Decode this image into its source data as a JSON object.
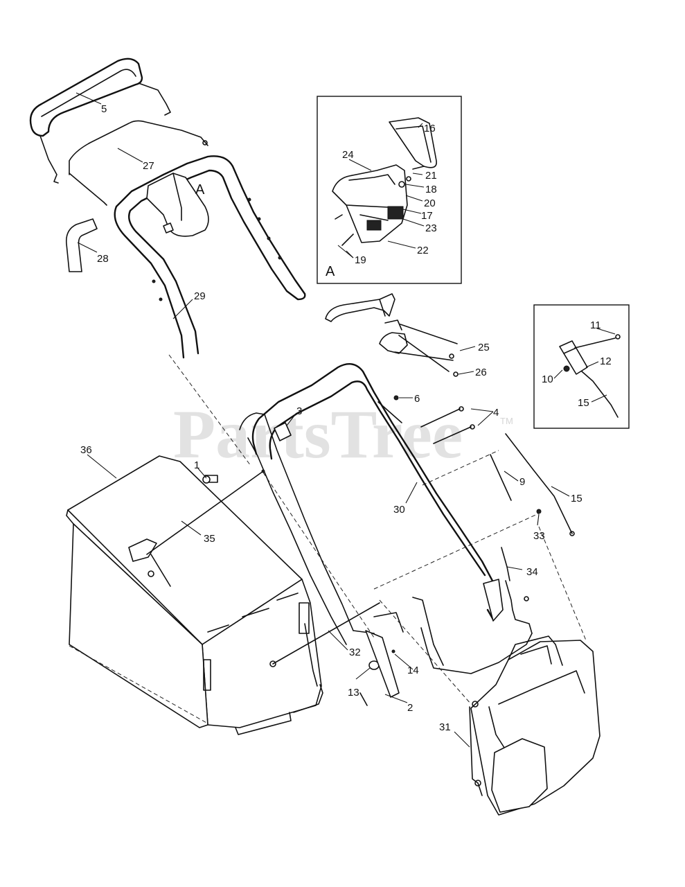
{
  "watermark": {
    "text": "PartsTree",
    "tm": "TM"
  },
  "detail_a": {
    "box_label": "A",
    "handle_label": "A"
  },
  "callouts": {
    "p1": "1",
    "p2": "2",
    "p3": "3",
    "p4": "4",
    "p5": "5",
    "p6": "6",
    "p9": "9",
    "p10": "10",
    "p11": "11",
    "p12": "12",
    "p13": "13",
    "p14": "14",
    "p15a": "15",
    "p15b": "15",
    "p16": "16",
    "p17": "17",
    "p18": "18",
    "p19": "19",
    "p20": "20",
    "p21": "21",
    "p22": "22",
    "p23": "23",
    "p24": "24",
    "p25": "25",
    "p26": "26",
    "p27": "27",
    "p28": "28",
    "p29": "29",
    "p30": "30",
    "p31": "31",
    "p32": "32",
    "p33": "33",
    "p34": "34",
    "p35": "35",
    "p36": "36"
  }
}
